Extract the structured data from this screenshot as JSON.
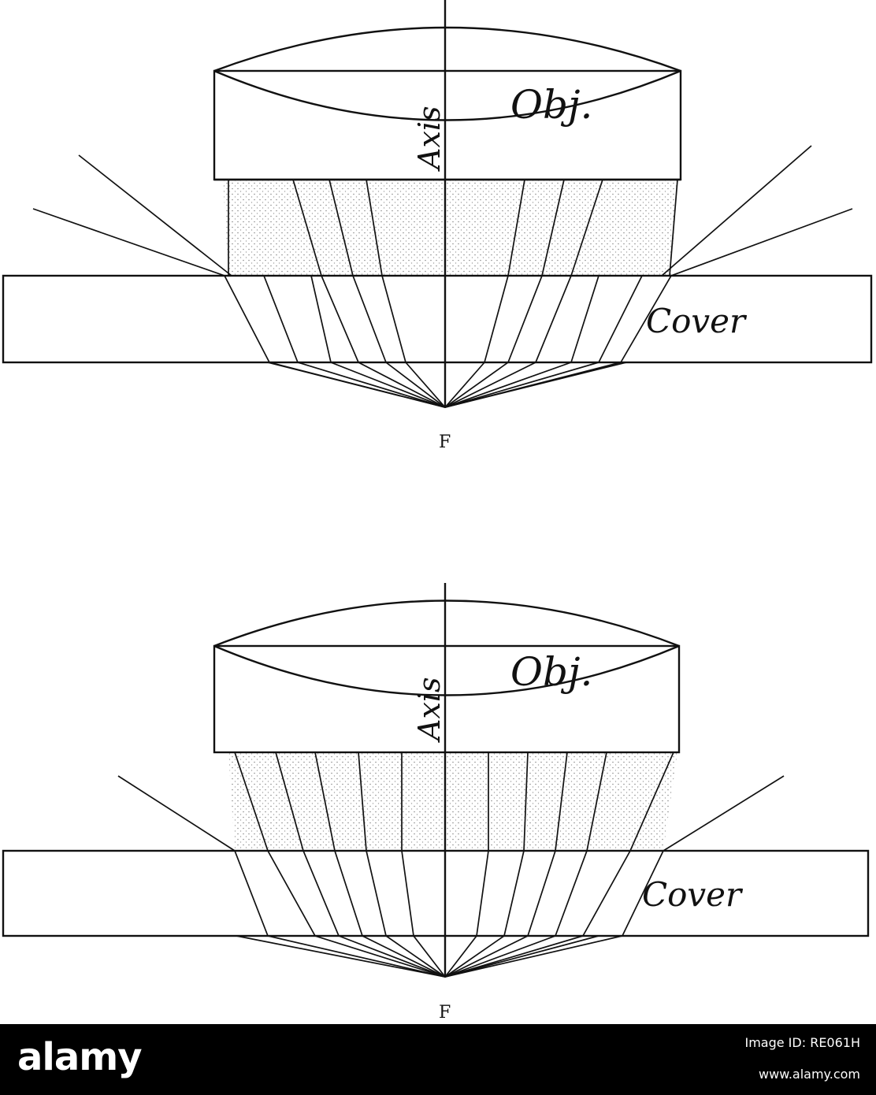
{
  "diagrams": [
    {
      "axis_label": "Axis",
      "objective_label": "Obj.",
      "cover_label": "Cover",
      "focus_label": "F"
    },
    {
      "axis_label": "Axis",
      "objective_label": "Obj.",
      "cover_label": "Cover",
      "focus_label": "F"
    }
  ],
  "footer": {
    "logo_text": "alamy",
    "image_id": "Image ID: RE061H",
    "url": "www.alamy.com"
  },
  "colors": {
    "ink": "#111111",
    "stipple": "#9a9a9a",
    "footer_bg": "#000000",
    "footer_text": "#ffffff"
  }
}
